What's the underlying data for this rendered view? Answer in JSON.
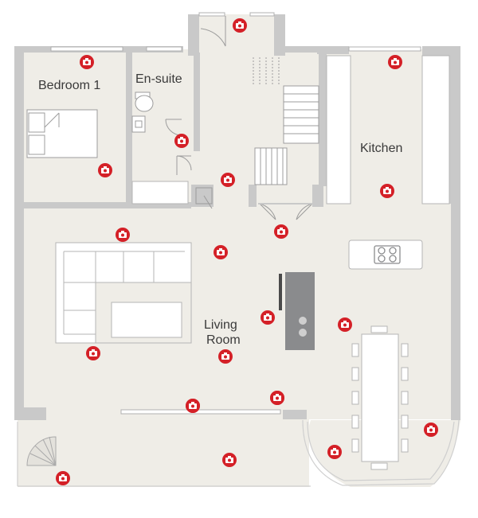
{
  "rooms": {
    "bedroom": "Bedroom 1",
    "ensuite": "En-suite",
    "kitchen": "Kitchen",
    "living_line1": "Living",
    "living_line2": "Room"
  },
  "colors": {
    "floor": "#efede7",
    "wall": "#c9c9c9",
    "furniture": "#ffffff",
    "furniture_stroke": "#b5b5b5",
    "island": "#8a8b8d",
    "camera": "#d42027"
  },
  "camera_icon": "camera-icon",
  "camera_count": 22
}
